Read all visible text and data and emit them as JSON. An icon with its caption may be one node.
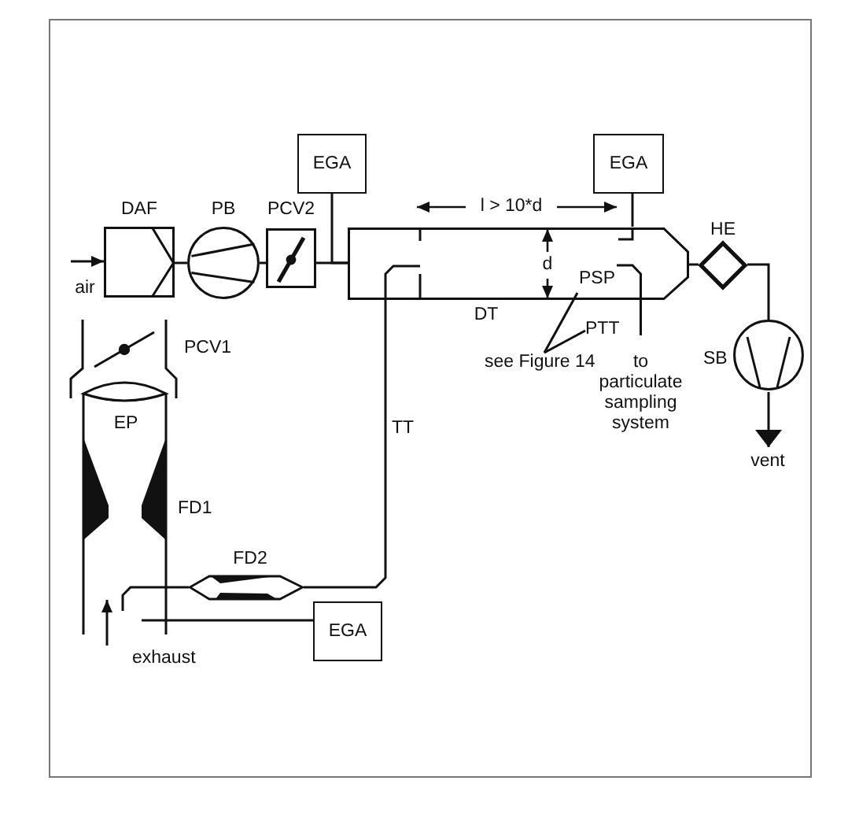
{
  "diagram": {
    "nodes": [
      {
        "text": [
          "EGA"
        ]
      },
      {
        "text": [
          "EGA"
        ]
      },
      {
        "text": [
          "DAF"
        ]
      },
      {
        "text": [
          "PB"
        ]
      },
      {
        "text": [
          "PCV2"
        ]
      },
      {
        "text": [
          "HE"
        ]
      },
      {
        "text": [
          "air"
        ]
      },
      {
        "text": [
          "DT"
        ]
      },
      {
        "text": [
          "PSP"
        ],
        "in": 7
      },
      {
        "text": [
          "PTT"
        ]
      },
      {
        "text": [
          "see Figure 14"
        ]
      },
      {
        "text": [
          "to particulate sampling system"
        ]
      },
      {
        "text": [
          "SB"
        ]
      },
      {
        "text": [
          "PCV1"
        ]
      },
      {
        "text": [
          "vent"
        ]
      },
      {
        "text": [
          "EP"
        ]
      },
      {
        "text": [
          "FD1"
        ]
      },
      {
        "text": [
          "FD2"
        ]
      },
      {
        "text": [
          "exhaust"
        ]
      },
      {
        "text": [
          "EGA"
        ]
      }
    ],
    "edges": [
      {
        "from": 6,
        "to": 2,
        "arrow": "to"
      },
      {
        "from": 2,
        "to": 3,
        "arrow": "none"
      },
      {
        "from": 3,
        "to": 4,
        "arrow": "none"
      },
      {
        "from": 4,
        "to": 7,
        "arrow": "none"
      },
      {
        "from": 0,
        "to": 7,
        "arrow": "none"
      },
      {
        "from": 1,
        "to": 7,
        "arrow": "none"
      },
      {
        "from": 7,
        "to": 5,
        "arrow": "none"
      },
      {
        "from": 5,
        "to": 12,
        "arrow": "none"
      },
      {
        "from": 12,
        "to": 14,
        "arrow": "to"
      },
      {
        "from": 10,
        "to": 8,
        "arrow": "none"
      },
      {
        "from": 10,
        "to": 9,
        "arrow": "none"
      },
      {
        "from": 8,
        "to": 11,
        "arrow": "none"
      },
      {
        "from": 17,
        "to": 7,
        "arrow": "none",
        "label": "TT"
      },
      {
        "from": 15,
        "to": 17,
        "arrow": "none"
      },
      {
        "from": 19,
        "to": 15,
        "arrow": "none"
      },
      {
        "from": 18,
        "to": 15,
        "arrow": "to"
      }
    ],
    "labels": [
      "l > 10*d",
      "d"
    ]
  }
}
